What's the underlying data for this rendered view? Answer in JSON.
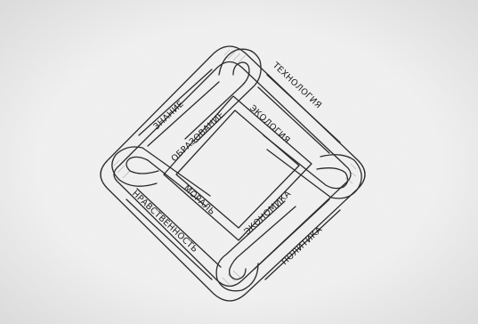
{
  "diagram": {
    "labels": {
      "top_outer_left": "ЗНАНИЕ",
      "top_outer_right": "ТЕХНОЛОГИЯ",
      "top_inner_left": "ОБРАЗОВАНИЕ",
      "top_inner_right": "ЭКОЛОГИЯ",
      "bottom_inner_left": "МОРАЛЬ",
      "bottom_inner_right": "ЭКОНОМИКА",
      "bottom_outer_left": "НРАВСТВЕННОСТЬ",
      "bottom_outer_right": "ПОЛИТИКА"
    }
  }
}
